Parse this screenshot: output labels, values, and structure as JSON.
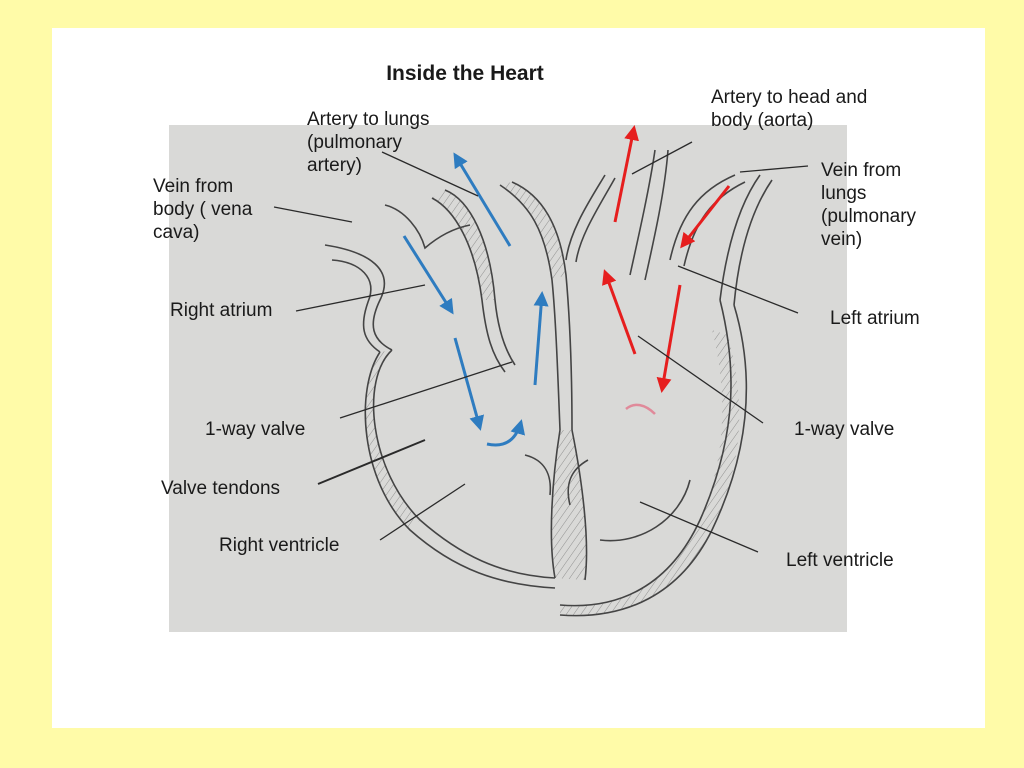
{
  "title": "Inside the Heart",
  "labels": {
    "artery_lungs": [
      "Artery to lungs",
      "(pulmonary",
      "artery)"
    ],
    "aorta": [
      "Artery to head and",
      "body (aorta)"
    ],
    "vena_cava": [
      "Vein from",
      "body ( vena",
      "cava)"
    ],
    "pulmonary_vein": [
      "Vein from",
      "lungs",
      "(pulmonary",
      "vein)"
    ],
    "right_atrium": "Right atrium",
    "left_atrium": "Left atrium",
    "valve_left_side": "1-way valve",
    "valve_right_side": "1-way valve",
    "valve_tendons": "Valve tendons",
    "right_ventricle": "Right ventricle",
    "left_ventricle": "Left ventricle"
  },
  "colors": {
    "page_background": "#fffba8",
    "slide_background": "#ffffff",
    "photo_background": "#d9d9d7",
    "blood_deoxygenated": "#2e7cc0",
    "blood_oxygenated": "#e61e1e"
  }
}
